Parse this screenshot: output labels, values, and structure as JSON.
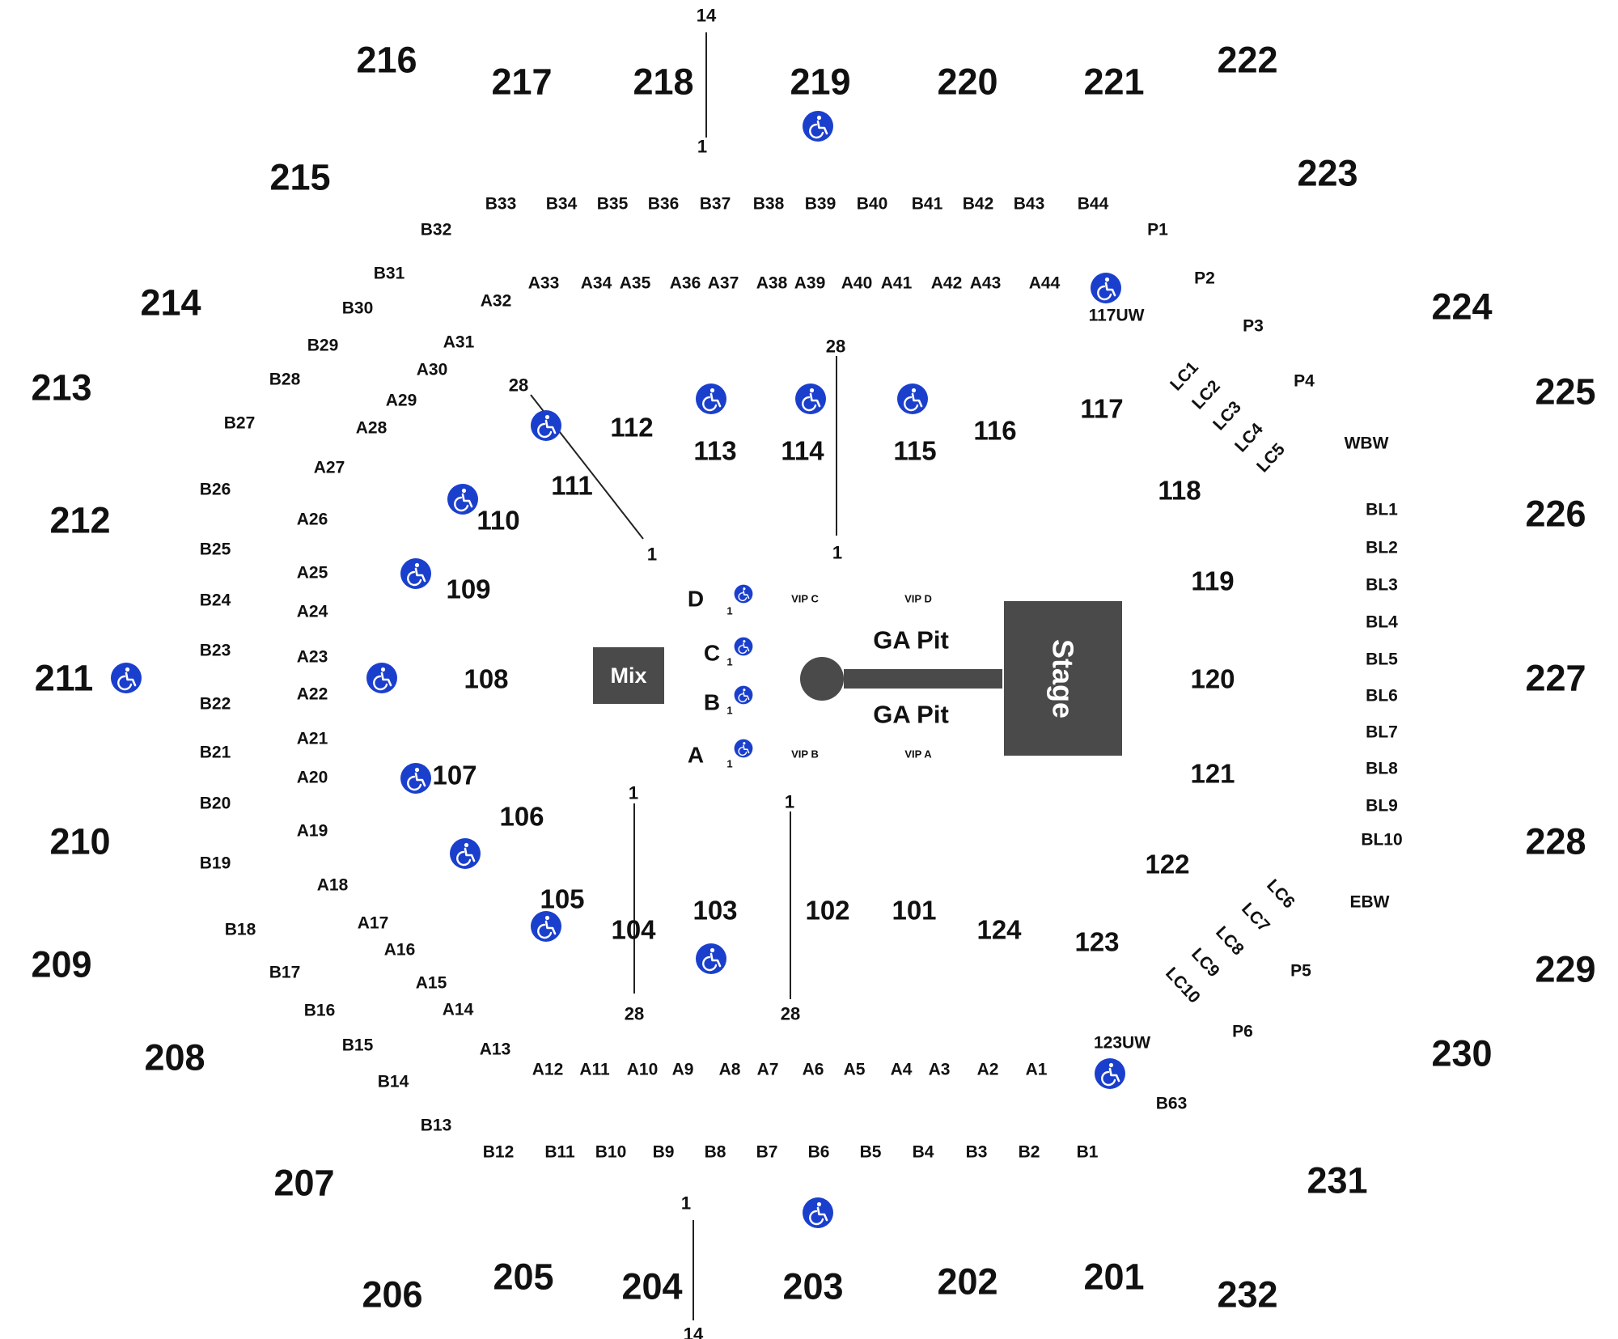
{
  "colors": {
    "wheelchair": "#1a3fcc",
    "block": "#4a4a4a",
    "text": "#111111"
  },
  "icons": {
    "wheelchair": "wheelchair-icon"
  },
  "stage": {
    "label": "Stage"
  },
  "mix": {
    "label": "Mix"
  },
  "pit": {
    "top_label": "GA Pit",
    "bottom_label": "GA Pit"
  },
  "vip": {
    "c": "VIP C",
    "d": "VIP D",
    "b": "VIP B",
    "a": "VIP A"
  },
  "floor_rows": {
    "d": "D",
    "c": "C",
    "b": "B",
    "a": "A",
    "seat": "1"
  },
  "upper_sections": [
    "216",
    "217",
    "218",
    "219",
    "220",
    "221",
    "222",
    "215",
    "223",
    "214",
    "224",
    "213",
    "225",
    "212",
    "226",
    "211",
    "227",
    "210",
    "228",
    "209",
    "229",
    "208",
    "230",
    "207",
    "231",
    "206",
    "205",
    "204",
    "203",
    "202",
    "201",
    "232"
  ],
  "lower_sections": [
    "112",
    "113",
    "114",
    "115",
    "116",
    "117",
    "111",
    "118",
    "110",
    "109",
    "119",
    "108",
    "120",
    "107",
    "121",
    "106",
    "105",
    "104",
    "103",
    "102",
    "101",
    "124",
    "123",
    "122"
  ],
  "b_boxes": [
    "B33",
    "B34",
    "B35",
    "B36",
    "B37",
    "B38",
    "B39",
    "B40",
    "B41",
    "B42",
    "B43",
    "B44",
    "B32",
    "B31",
    "B30",
    "B29",
    "B28",
    "B27",
    "B26",
    "B25",
    "B24",
    "B23",
    "B22",
    "B21",
    "B20",
    "B19",
    "B18",
    "B17",
    "B16",
    "B15",
    "B14",
    "B13",
    "B12",
    "B11",
    "B10",
    "B9",
    "B8",
    "B7",
    "B6",
    "B5",
    "B4",
    "B3",
    "B2",
    "B1",
    "B63"
  ],
  "a_boxes": [
    "A33",
    "A34",
    "A35",
    "A36",
    "A37",
    "A38",
    "A39",
    "A40",
    "A41",
    "A42",
    "A43",
    "A44",
    "A32",
    "A31",
    "A30",
    "A29",
    "A28",
    "A27",
    "A26",
    "A25",
    "A24",
    "A23",
    "A22",
    "A21",
    "A20",
    "A19",
    "A18",
    "A17",
    "A16",
    "A15",
    "A14",
    "A13",
    "A12",
    "A11",
    "A10",
    "A9",
    "A8",
    "A7",
    "A6",
    "A5",
    "A4",
    "A3",
    "A2",
    "A1"
  ],
  "p_boxes": [
    "P1",
    "P2",
    "P3",
    "P4",
    "P5",
    "P6"
  ],
  "bl_boxes": [
    "BL1",
    "BL2",
    "BL3",
    "BL4",
    "BL5",
    "BL6",
    "BL7",
    "BL8",
    "BL9",
    "BL10"
  ],
  "lc_boxes": [
    "LC1",
    "LC2",
    "LC3",
    "LC4",
    "LC5",
    "LC6",
    "LC7",
    "LC8",
    "LC9",
    "LC10"
  ],
  "misc_labels": {
    "wbw": "WBW",
    "ebw": "EBW",
    "uw117": "117UW",
    "uw123": "123UW"
  },
  "row_markers": {
    "top_1": "14",
    "top_2": "1",
    "bottom_1": "1",
    "bottom_2": "14",
    "s112_a": "28",
    "s112_b": "1",
    "s114_a": "28",
    "s114_b": "1",
    "s104_a": "1",
    "s104_b": "28",
    "s102_a": "1",
    "s102_b": "28"
  }
}
